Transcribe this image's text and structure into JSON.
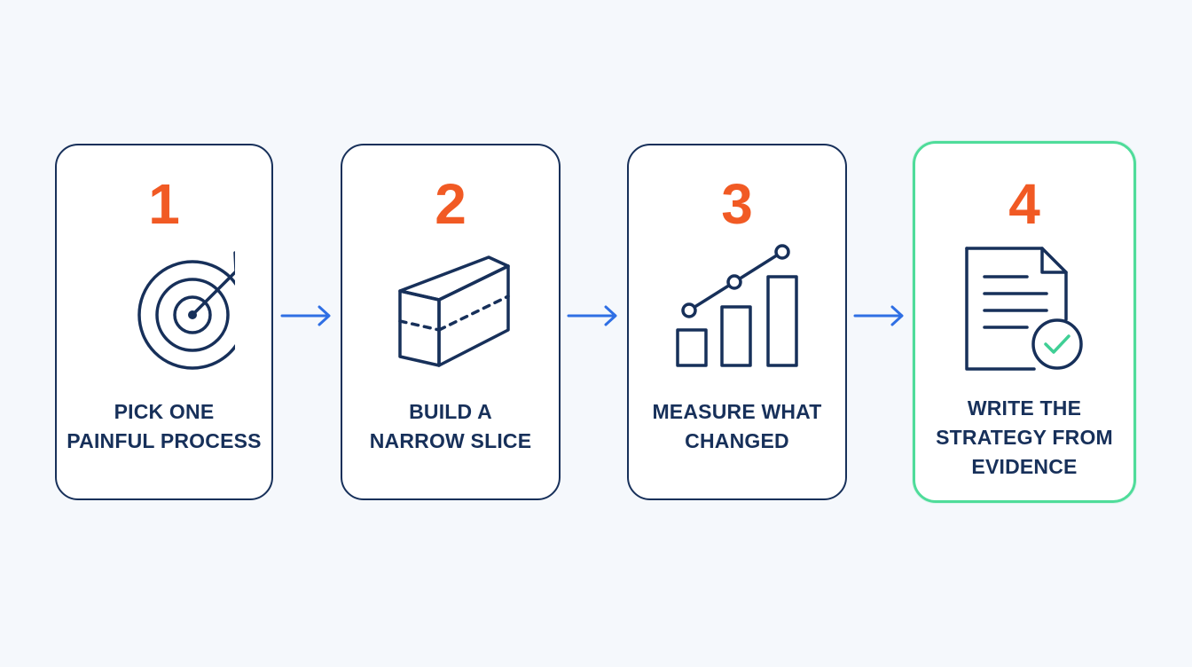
{
  "steps": [
    {
      "number": "1",
      "label_lines": [
        "PICK ONE",
        "PAINFUL PROCESS"
      ],
      "icon": "target-with-arrow-icon"
    },
    {
      "number": "2",
      "label_lines": [
        "BUILD A",
        "NARROW SLICE"
      ],
      "icon": "sliced-block-icon"
    },
    {
      "number": "3",
      "label_lines": [
        "MEASURE WHAT",
        "CHANGED"
      ],
      "icon": "bar-chart-trend-icon"
    },
    {
      "number": "4",
      "label_lines": [
        "WRITE THE",
        "STRATEGY FROM",
        "EVIDENCE"
      ],
      "icon": "document-check-icon"
    }
  ],
  "colors": {
    "background": "#f5f8fc",
    "card_border": "#17305a",
    "highlight_border": "#4fdc9a",
    "number": "#f15a24",
    "text": "#17305a",
    "arrow": "#2f6fe4",
    "check": "#3fcf95"
  }
}
